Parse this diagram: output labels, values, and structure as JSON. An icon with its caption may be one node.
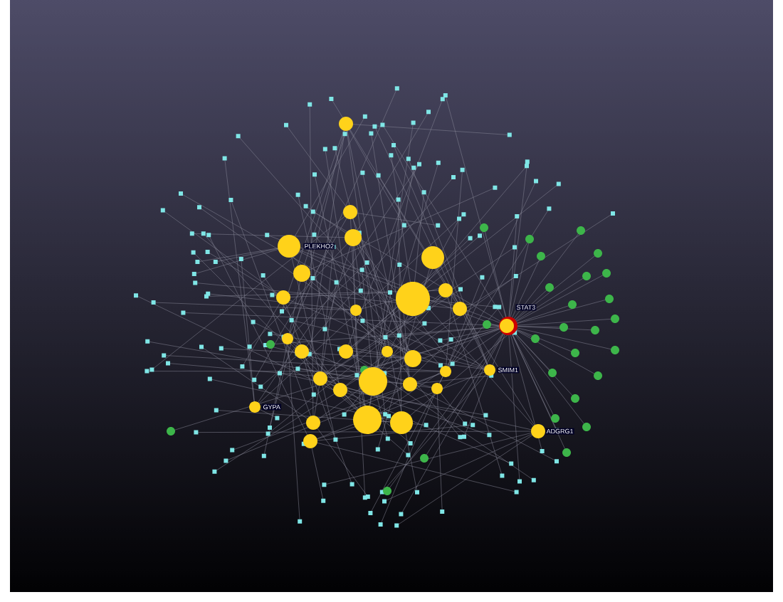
{
  "diagram": {
    "labels": [
      "PLEKHO2",
      "STAT3",
      "SMIM1",
      "GYPA",
      "ADGRG1"
    ]
  }
}
